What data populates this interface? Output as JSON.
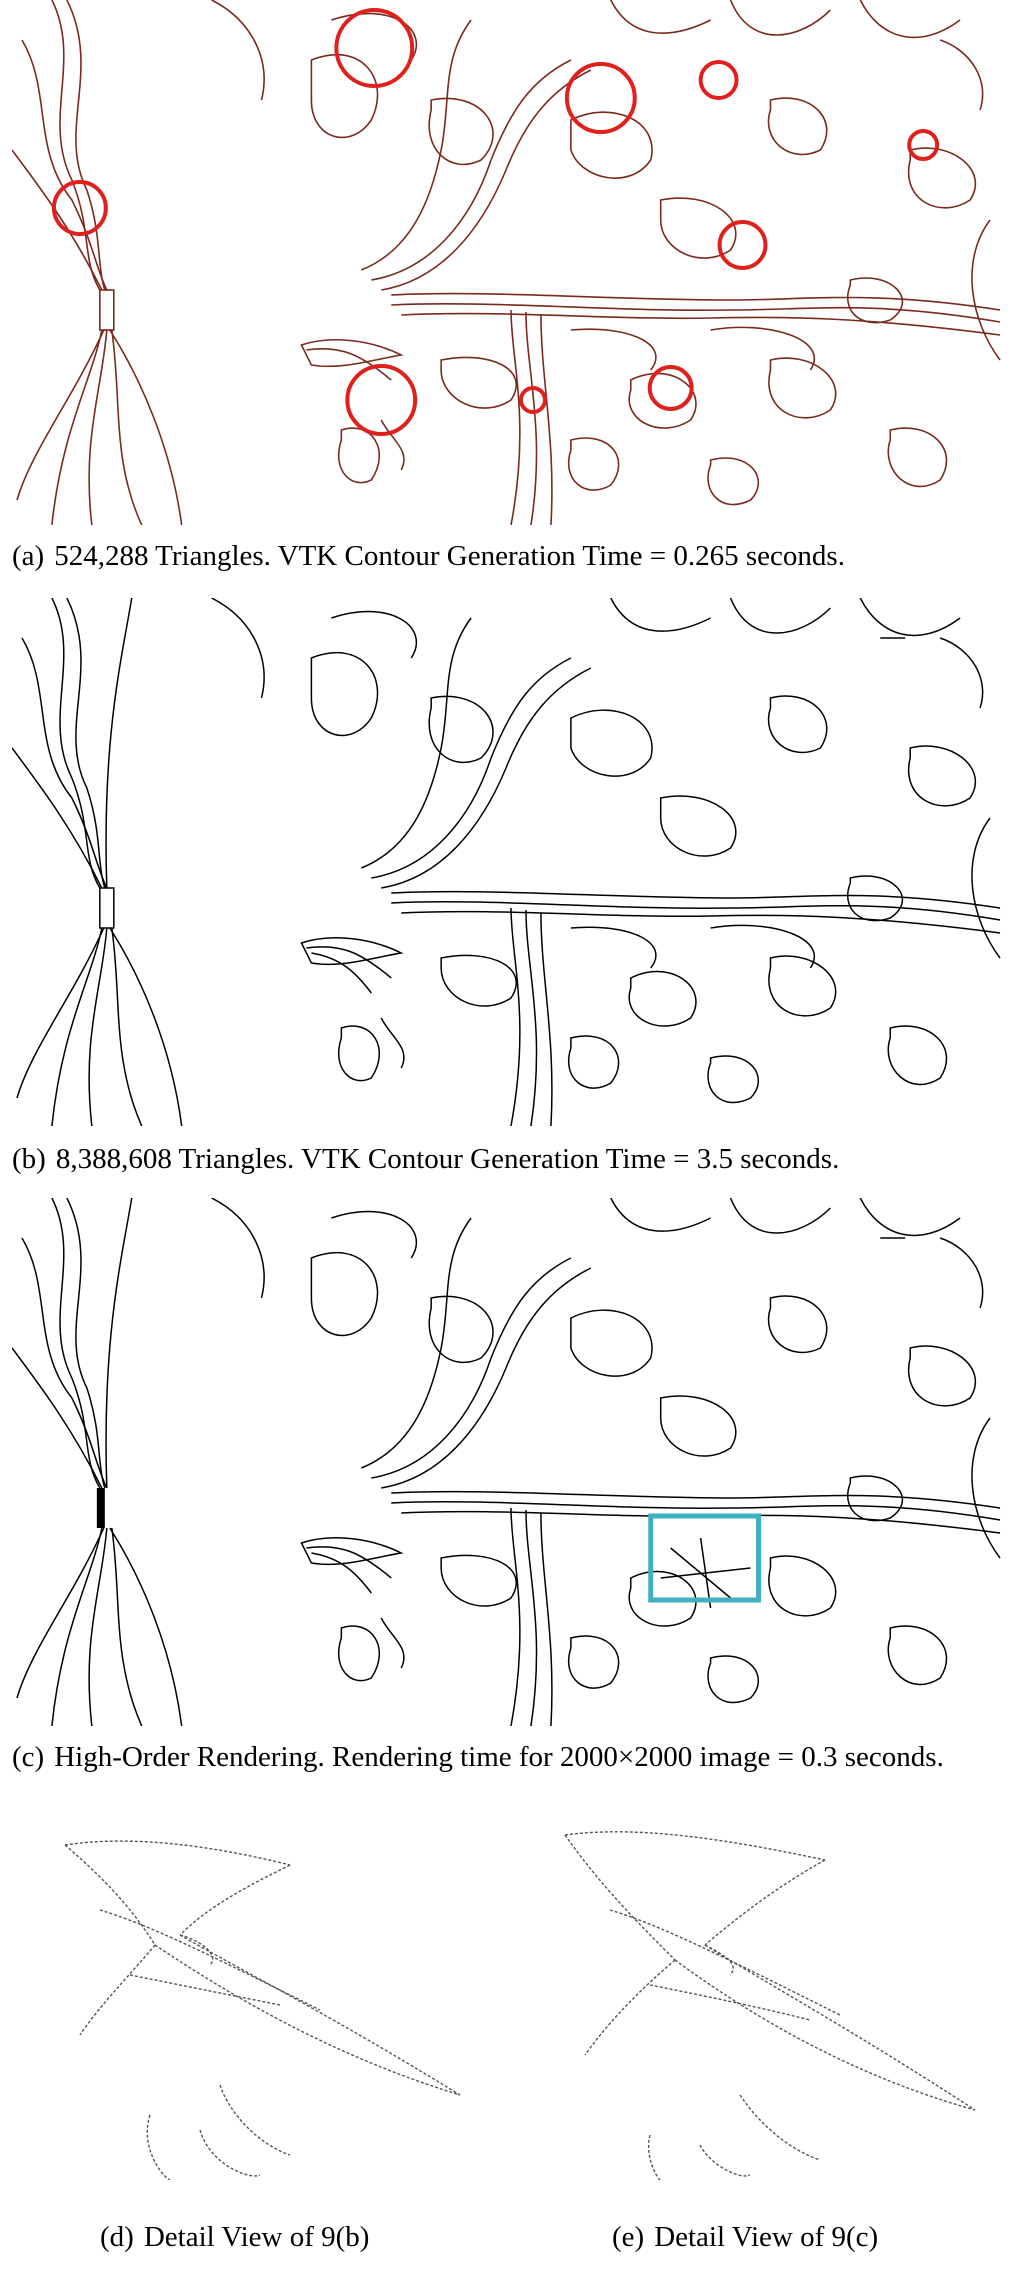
{
  "figure": {
    "subfigures": [
      {
        "id": "a",
        "label": "(a)",
        "caption": "524,288 Triangles. VTK Contour Generation Time = 0.265 seconds.",
        "line_color": "#7a2a1e",
        "marker_color": "#e0201c"
      },
      {
        "id": "b",
        "label": "(b)",
        "caption": "8,388,608 Triangles. VTK Contour Generation Time = 3.5 seconds.",
        "line_color": "#000000"
      },
      {
        "id": "c",
        "label": "(c)",
        "caption": "High-Order Rendering. Rendering time for 2000×2000 image = 0.3 seconds.",
        "line_color": "#000000",
        "highlight_color": "#3fb0c0"
      },
      {
        "id": "d",
        "label": "(d)",
        "caption": "Detail View of 9(b)"
      },
      {
        "id": "e",
        "label": "(e)",
        "caption": "Detail View of 9(c)"
      }
    ]
  }
}
